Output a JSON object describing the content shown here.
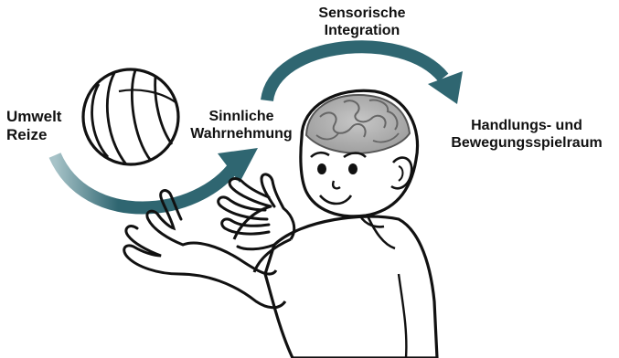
{
  "labels": {
    "umwelt_reize": [
      "Umwelt",
      "Reize"
    ],
    "sinnliche_wahrnehmung": [
      "Sinnliche",
      "Wahrnehmung"
    ],
    "sensorische_integration": [
      "Sensorische",
      "Integration"
    ],
    "handlungs_spielraum": [
      "Handlungs- und",
      "Bewegungsspielraum"
    ]
  },
  "colors": {
    "arrow": "#2f6671",
    "arrow_light": "#a7c3c8",
    "ink": "#111111",
    "brain": "#b4b4b4",
    "background": "#ffffff"
  },
  "icons": {
    "ball": "beach-ball-icon",
    "brain": "brain-icon",
    "child": "child-figure"
  }
}
